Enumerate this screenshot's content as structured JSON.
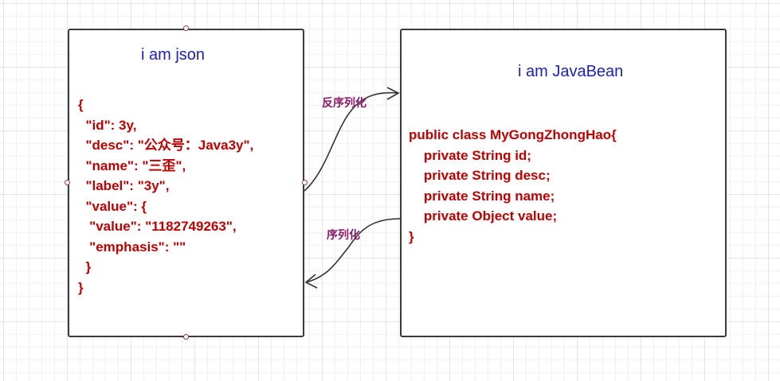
{
  "json_box": {
    "title": "i am json",
    "code": "{\n  \"id\": 3y,\n  \"desc\": \"公众号：Java3y\",\n  \"name\": \"三歪\",\n  \"label\": \"3y\",\n  \"value\": {\n   \"value\": \"1182749263\",\n   \"emphasis\": \"\"\n  }\n}"
  },
  "bean_box": {
    "title": "i am JavaBean",
    "code": "public class MyGongZhongHao{\n    private String id;\n    private String desc;\n    private String name;\n    private Object value;\n}"
  },
  "arrows": {
    "deserialize_label": "反序列化",
    "serialize_label": "序列化"
  },
  "colors": {
    "title": "#1f20b8",
    "code": "#c00000",
    "arrow_label": "#8b1a6a",
    "border": "#3a3a3a"
  }
}
